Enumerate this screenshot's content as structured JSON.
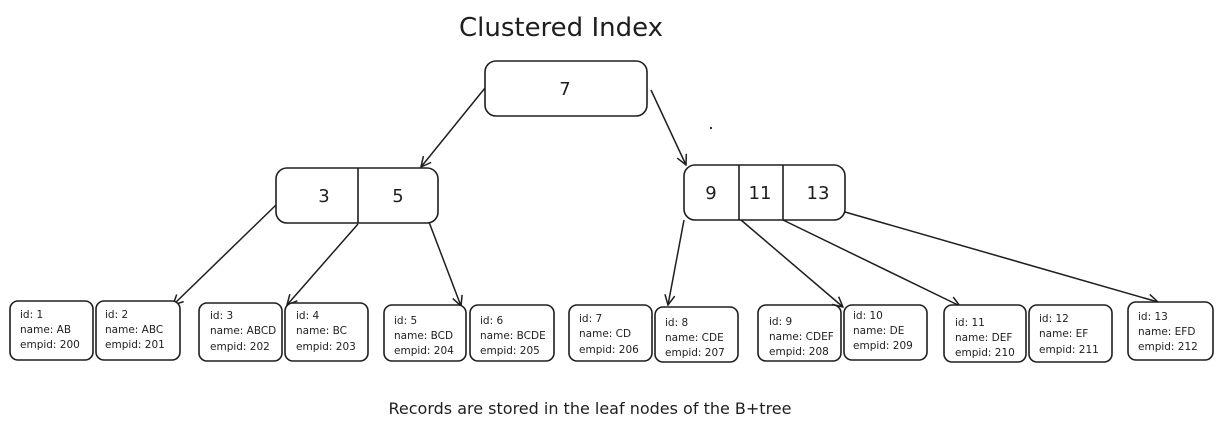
{
  "title": "Clustered Index",
  "caption": "Records are stored in the leaf nodes of the B+tree",
  "root": {
    "keys": [
      "7"
    ]
  },
  "internal": [
    {
      "keys": [
        "3",
        "5"
      ]
    },
    {
      "keys": [
        "9",
        "11",
        "13"
      ]
    }
  ],
  "leaves": [
    {
      "id": "id: 1",
      "name": "name: AB",
      "empid": "empid: 200"
    },
    {
      "id": "id: 2",
      "name": "name: ABC",
      "empid": "empid: 201"
    },
    {
      "id": "id: 3",
      "name": "name: ABCD",
      "empid": "empid: 202"
    },
    {
      "id": "id: 4",
      "name": "name: BC",
      "empid": "empid: 203"
    },
    {
      "id": "id: 5",
      "name": "name: BCD",
      "empid": "empid: 204"
    },
    {
      "id": "id: 6",
      "name": "name: BCDE",
      "empid": "empid: 205"
    },
    {
      "id": "id: 7",
      "name": "name: CD",
      "empid": "empid: 206"
    },
    {
      "id": "id: 8",
      "name": "name: CDE",
      "empid": "empid: 207"
    },
    {
      "id": "id: 9",
      "name": "name: CDEF",
      "empid": "empid: 208"
    },
    {
      "id": "id: 10",
      "name": "name: DE",
      "empid": "empid: 209"
    },
    {
      "id": "id: 11",
      "name": "name: DEF",
      "empid": "empid: 210"
    },
    {
      "id": "id: 12",
      "name": "name: EF",
      "empid": "empid: 211"
    },
    {
      "id": "id: 13",
      "name": "name: EFD",
      "empid": "empid: 212"
    }
  ]
}
